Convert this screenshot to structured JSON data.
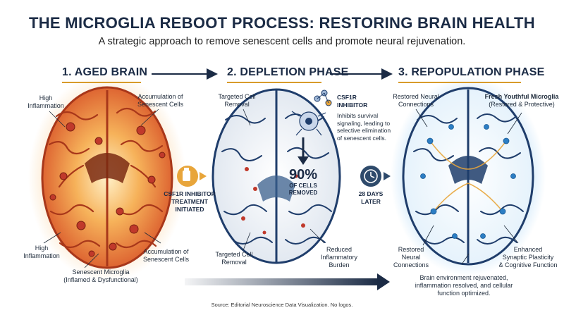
{
  "title": "THE MICROGLIA REBOOT PROCESS: RESTORING BRAIN HEALTH",
  "subtitle": "A strategic approach to remove senescent cells and promote neural rejuvenation.",
  "phases": [
    {
      "label": "1. AGED BRAIN"
    },
    {
      "label": "2. DEPLETION PHASE"
    },
    {
      "label": "3. REPOPULATION PHASE"
    }
  ],
  "aged": {
    "high_inflammation_top": [
      "High",
      "Inflammation"
    ],
    "accumulation_top": [
      "Accumulation of",
      "Senescent Cells"
    ],
    "high_inflammation_bottom": [
      "High",
      "Inflammation"
    ],
    "accumulation_bottom": [
      "Accumulation of",
      "Senescent Cells"
    ],
    "senescent_microglia": [
      "Senescent Microglia",
      "(Inflamed & Dysfunctional)"
    ]
  },
  "treatment": [
    "CSF1R INHIBITOR",
    "TREATMENT",
    "INITIATED"
  ],
  "depletion": {
    "targeted_top": [
      "Targeted Cell",
      "Removal"
    ],
    "inhibitor_title": [
      "CSF1R",
      "INHIBITOR"
    ],
    "inhibitor_desc": [
      "Inhibits survival",
      "signaling, leading to",
      "selective elimination",
      "of senescent cells."
    ],
    "percent": "90%",
    "percent_caption": [
      "OF CELLS",
      "REMOVED"
    ],
    "targeted_bottom": [
      "Targeted Cell",
      "Removal"
    ],
    "reduced_burden": [
      "Reduced",
      "Inflammatory",
      "Burden"
    ]
  },
  "days_later": [
    "28 DAYS",
    "LATER"
  ],
  "repop": {
    "restored_top": [
      "Restored Neural",
      "Connections"
    ],
    "fresh_microglia": [
      "Fresh Youthful Microglia",
      "(Restored & Protective)"
    ],
    "restored_bottom": [
      "Restored",
      "Neural",
      "Connections"
    ],
    "enhanced": [
      "Enhanced",
      "Synaptic Plasticity",
      "& Cognitive Function"
    ],
    "outcome": [
      "Brain environment rejuvenated,",
      "inflammation resolved, and cellular",
      "function optimized."
    ]
  },
  "source": "Source: Editorial Neuroscience Data Visualization. No logos.",
  "colors": {
    "navy": "#1b2b45",
    "gold": "#d89b2a",
    "aged_brain": "#e0743a",
    "aged_outline": "#a8371a",
    "depleted_brain": "#f3f5f8",
    "depleted_outline": "#1f3d6b",
    "repop_glow": "#5aa9e6",
    "repop_cell": "#2c7ec4"
  }
}
